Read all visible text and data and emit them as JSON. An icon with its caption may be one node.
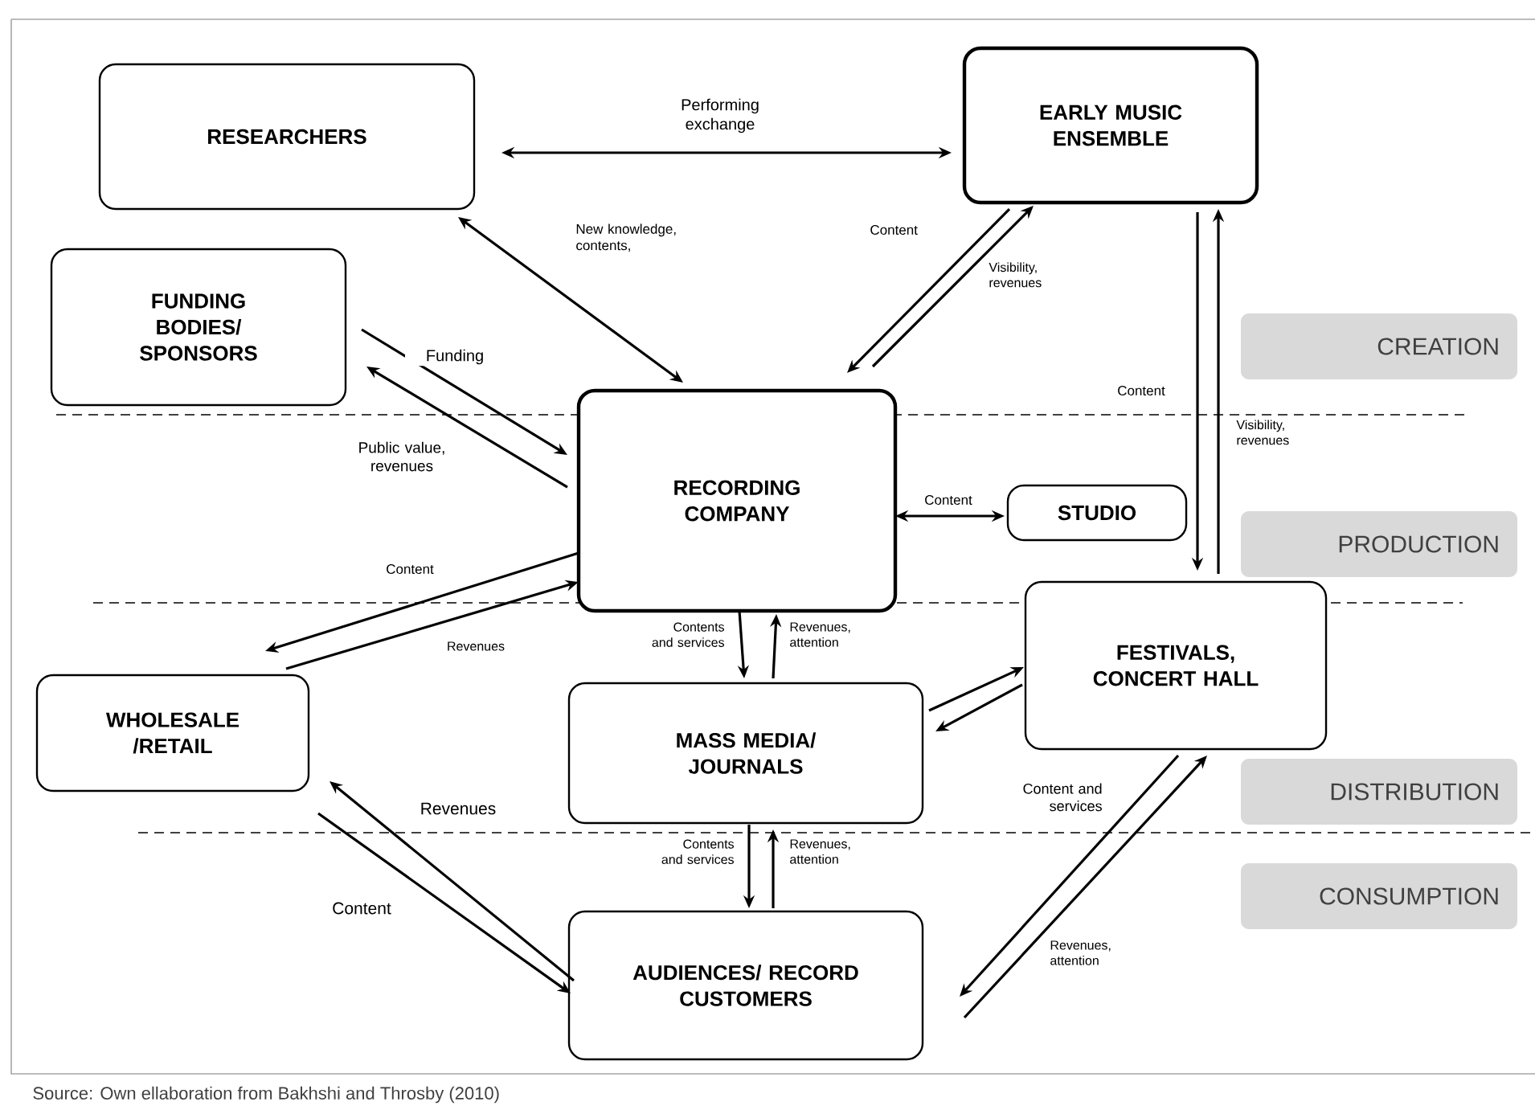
{
  "diagram": {
    "caption": "Source:  Own ellaboration from  Bakhshi and Throsby (2010)",
    "nodes": [
      {
        "text": [
          "RESEARCHERS"
        ]
      },
      {
        "text": [
          "EARLY MUSIC ENSEMBLE"
        ]
      },
      {
        "text": [
          "FUNDING BODIES/ SPONSORS"
        ]
      },
      {
        "text": [
          "RECORDING COMPANY"
        ]
      },
      {
        "text": [
          "STUDIO"
        ]
      },
      {
        "text": [
          "FESTIVALS, CONCERT HALL"
        ]
      },
      {
        "text": [
          "WHOLESALE /RETAIL"
        ]
      },
      {
        "text": [
          "MASS MEDIA/ JOURNALS"
        ]
      },
      {
        "text": [
          "AUDIENCES/  RECORD CUSTOMERS"
        ]
      },
      {
        "text": [
          "CREATION"
        ]
      },
      {
        "text": [
          "PRODUCTION"
        ]
      },
      {
        "text": [
          "DISTRIBUTION"
        ]
      },
      {
        "text": [
          "CONSUMPTION"
        ]
      }
    ],
    "edges": [
      {
        "from": 0,
        "to": 1,
        "arrow": "both",
        "label": "Performing exchange"
      },
      {
        "from": 0,
        "to": 3,
        "arrow": "both",
        "label": "New knowledge, contents,"
      },
      {
        "from": 1,
        "to": 3,
        "arrow": "to",
        "label": "Content"
      },
      {
        "from": 3,
        "to": 1,
        "arrow": "to",
        "label": "Visibility, revenues"
      },
      {
        "from": 2,
        "to": 3,
        "arrow": "to",
        "label": "Funding"
      },
      {
        "from": 3,
        "to": 2,
        "arrow": "to",
        "label": "Public value, revenues"
      },
      {
        "from": 3,
        "to": 6,
        "arrow": "to",
        "label": "Content"
      },
      {
        "from": 6,
        "to": 3,
        "arrow": "to",
        "label": "Revenues"
      },
      {
        "from": 3,
        "to": 4,
        "arrow": "both",
        "label": "Content"
      },
      {
        "from": 1,
        "to": 5,
        "arrow": "to",
        "label": "Content"
      },
      {
        "from": 5,
        "to": 1,
        "arrow": "to",
        "label": "Visibility, revenues"
      },
      {
        "from": 3,
        "to": 7,
        "arrow": "to",
        "label": "Contents and services"
      },
      {
        "from": 7,
        "to": 3,
        "arrow": "to",
        "label": "Revenues, attention"
      },
      {
        "from": 7,
        "to": 5,
        "arrow": "to"
      },
      {
        "from": 5,
        "to": 7,
        "arrow": "to"
      },
      {
        "from": 7,
        "to": 8,
        "arrow": "to",
        "label": "Contents and services"
      },
      {
        "from": 8,
        "to": 7,
        "arrow": "to",
        "label": "Revenues, attention"
      },
      {
        "from": 5,
        "to": 8,
        "arrow": "to",
        "label": "Content and services"
      },
      {
        "from": 8,
        "to": 5,
        "arrow": "to",
        "label": "Revenues, attention"
      },
      {
        "from": 8,
        "to": 6,
        "arrow": "to",
        "label": "Revenues"
      },
      {
        "from": 6,
        "to": 8,
        "arrow": "to",
        "label": "Content"
      }
    ]
  }
}
